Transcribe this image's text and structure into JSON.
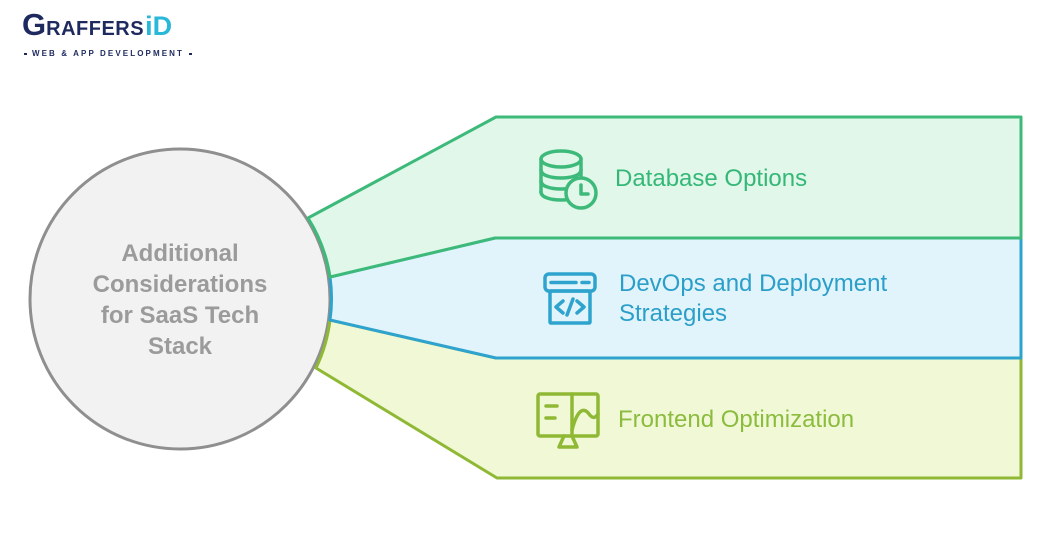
{
  "brand": {
    "name_g": "G",
    "name_rest": "RAFFERS",
    "name_i": "i",
    "name_d": "D",
    "tagline": "WEB & APP DEVELOPMENT",
    "color_navy": "#1e2a5e",
    "color_cyan": "#29b8d8"
  },
  "center": {
    "label": "Additional Considerations for SaaS Tech Stack",
    "lines": [
      "Additional",
      "Considerations",
      "for SaaS Tech",
      "Stack"
    ],
    "fill": "#f2f2f2",
    "border_color": "#8f8f8f",
    "text_color": "#9b9b9b"
  },
  "branches": [
    {
      "id": "database-options",
      "label": "Database Options",
      "icon": "database-clock-icon",
      "fill": "#e0f7ea",
      "border_color": "#3dba7a",
      "text_color": "#35b877"
    },
    {
      "id": "devops-deployment",
      "label": "DevOps and Deployment Strategies",
      "lines": [
        "DevOps and Deployment",
        "Strategies"
      ],
      "icon": "deployment-code-box-icon",
      "fill": "#e1f4fb",
      "border_color": "#2ea3cd",
      "text_color": "#2b9fc9"
    },
    {
      "id": "frontend-optimization",
      "label": "Frontend Optimization",
      "icon": "monitor-chart-icon",
      "fill": "#f0f8d6",
      "border_color": "#8fb835",
      "text_color": "#8cbc3e"
    }
  ]
}
